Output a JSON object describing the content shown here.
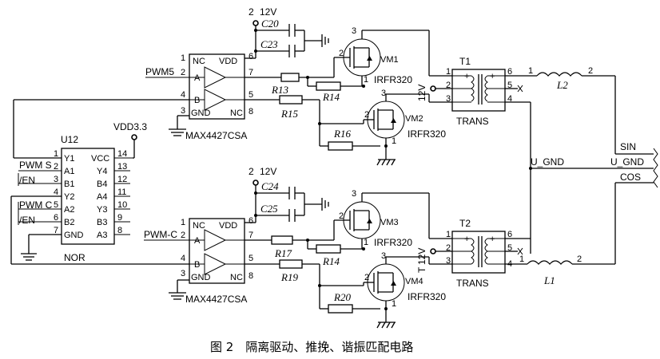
{
  "caption": "图 2　隔离驱动、推挽、谐振匹配电路",
  "u12": {
    "name": "U12",
    "part": "NOR",
    "power": "VDD3.3",
    "pins_left": [
      "Y1",
      "A1",
      "B1",
      "Y2",
      "A2",
      "B2",
      "GND"
    ],
    "pins_left_num": [
      "1",
      "2",
      "3",
      "4",
      "5",
      "6",
      "7"
    ],
    "pins_right": [
      "VCC",
      "Y4",
      "B4",
      "A4",
      "Y3",
      "B3",
      "A3"
    ],
    "pins_right_num": [
      "14",
      "13",
      "12",
      "11",
      "10",
      "9",
      "8"
    ],
    "in_pwms": "PWM S",
    "in_en1": "/EN",
    "in_pwmc": "PWM C",
    "in_en2": "/EN"
  },
  "driver_top": {
    "part": "MAX4427CSA",
    "nc": "NC",
    "vdd": "VDD",
    "gnd": "GND",
    "a": "A",
    "b": "B",
    "pins": [
      "1",
      "2",
      "4",
      "3",
      "6",
      "7",
      "5",
      "8"
    ],
    "input": "PWM5",
    "supply": "12V",
    "supply_num": "2",
    "c1": "C20",
    "c2": "C23",
    "r1": "R13",
    "r2": "R15",
    "r3": "R14",
    "r4": "R16",
    "q1": "VM1",
    "q2": "VM2",
    "q_part": "IRFR320",
    "q_pins": [
      "1",
      "2",
      "3"
    ]
  },
  "driver_bottom": {
    "part": "MAX4427CSA",
    "input": "PWM-C",
    "supply": "12V",
    "supply_num": "2",
    "c1": "C24",
    "c2": "C25",
    "r1": "R17",
    "r2": "R19",
    "r3": "R14",
    "r4": "R20",
    "q1": "VM3",
    "q2": "VM4",
    "q_part": "IRFR320"
  },
  "transformers": {
    "t1": "T1",
    "t2": "T2",
    "label": "TRANS",
    "pins": [
      "1",
      "2",
      "3",
      "4",
      "5",
      "6"
    ],
    "ct_supply": "12V",
    "t2_prefix": "T"
  },
  "inductors": {
    "l2": "L2",
    "l1": "L1",
    "pins": [
      "1",
      "2"
    ]
  },
  "outputs": {
    "sin": "SIN",
    "ugnd_mid": "U_GND",
    "ugnd_right": "U_GND",
    "cos": "COS"
  }
}
